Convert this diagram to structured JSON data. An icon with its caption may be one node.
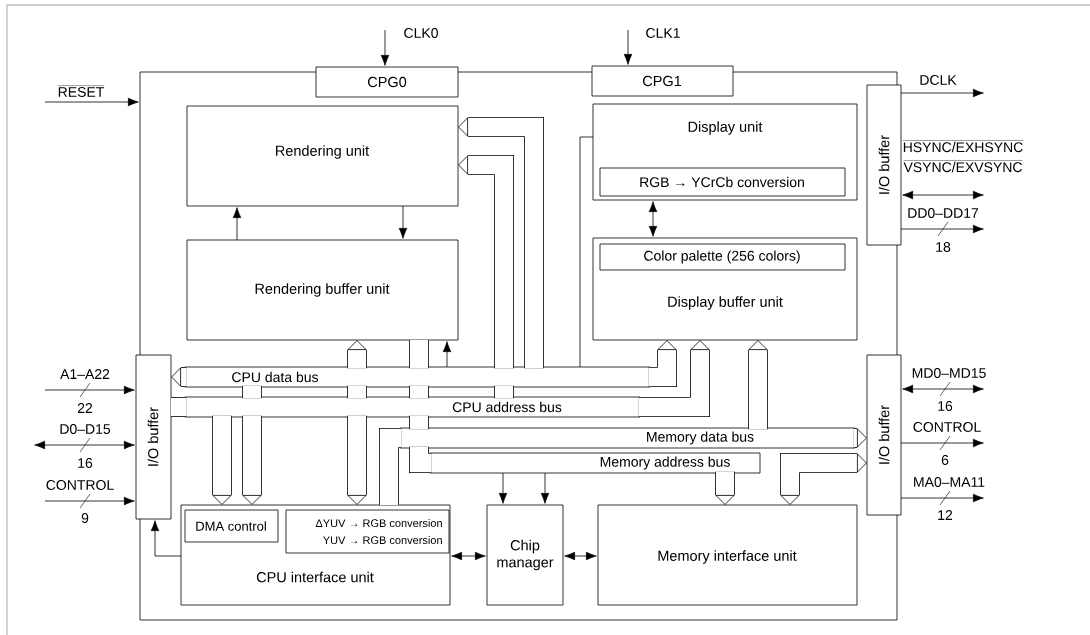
{
  "diagram": {
    "nodes": [
      {
        "text": [],
        "shape": "box"
      },
      {
        "text": [
          "CPG0"
        ]
      },
      {
        "text": [
          "CPG1"
        ]
      },
      {
        "text": [
          "Rendering unit"
        ],
        "in": 0
      },
      {
        "text": [
          "Display unit"
        ],
        "in": 0
      },
      {
        "text": [
          "RGB → YCrCb conversion"
        ],
        "in": 4
      },
      {
        "text": [
          "Rendering buffer unit"
        ],
        "in": 0
      },
      {
        "text": [
          "Display buffer unit"
        ],
        "in": 0
      },
      {
        "text": [
          "Color palette (256 colors)"
        ],
        "in": 7
      },
      {
        "text": [
          "I/O buffer"
        ]
      },
      {
        "text": [
          "I/O buffer"
        ]
      },
      {
        "text": [
          "CPU data bus"
        ],
        "in": 0
      },
      {
        "text": [
          "CPU address bus"
        ],
        "in": 0
      },
      {
        "text": [
          "Memory data bus"
        ],
        "in": 0
      },
      {
        "text": [
          "Memory address bus"
        ],
        "in": 0
      },
      {
        "text": [
          "I/O buffer"
        ]
      },
      {
        "text": [
          "CPU interface unit"
        ],
        "in": 0
      },
      {
        "text": [
          "DMA control"
        ],
        "in": 16
      },
      {
        "text": [
          "ΔYUV → RGB conversion",
          "YUV → RGB conversion"
        ],
        "in": 16
      },
      {
        "text": [
          "Chip manager"
        ],
        "in": 0
      },
      {
        "text": [
          "Memory interface unit"
        ],
        "in": 0
      }
    ],
    "edges": [
      {
        "from": null,
        "to": 1,
        "arrow": "to",
        "label": "CLK0"
      },
      {
        "from": null,
        "to": 2,
        "arrow": "to",
        "label": "CLK1"
      },
      {
        "from": null,
        "to": 0,
        "arrow": "to",
        "label": "RESET"
      },
      {
        "from": 9,
        "to": null,
        "arrow": "to",
        "label": "DCLK"
      },
      {
        "from": 9,
        "to": null,
        "arrow": "both"
      },
      {
        "from": 9,
        "to": null,
        "arrow": "to",
        "label": "DD0–DD17"
      },
      {
        "from": null,
        "to": 10,
        "arrow": "to",
        "label": "A1–A22"
      },
      {
        "from": null,
        "to": 10,
        "arrow": "both",
        "label": "D0–D15"
      },
      {
        "from": null,
        "to": 10,
        "arrow": "to",
        "label": "CONTROL"
      },
      {
        "from": 15,
        "to": null,
        "arrow": "both",
        "label": "MD0–MD15"
      },
      {
        "from": 15,
        "to": null,
        "arrow": "to",
        "label": "CONTROL"
      },
      {
        "from": 15,
        "to": null,
        "arrow": "to",
        "label": "MA0–MA11"
      },
      {
        "from": 6,
        "to": 3,
        "arrow": "to"
      },
      {
        "from": 3,
        "to": 6,
        "arrow": "to"
      },
      {
        "from": 4,
        "to": 7,
        "arrow": "both"
      },
      {
        "from": 11,
        "to": 3,
        "arrow": "to",
        "style": "thick"
      },
      {
        "from": 11,
        "to": 3,
        "arrow": "to",
        "style": "thick"
      },
      {
        "from": 11,
        "to": 10,
        "arrow": "to",
        "style": "thick"
      },
      {
        "from": 10,
        "to": 12,
        "arrow": "none",
        "style": "thick"
      },
      {
        "from": 11,
        "to": 6,
        "arrow": "to",
        "style": "thick"
      },
      {
        "from": 12,
        "to": 16,
        "arrow": "to",
        "style": "thick"
      },
      {
        "from": 12,
        "to": 16,
        "arrow": "to",
        "style": "thick"
      },
      {
        "from": 11,
        "to": 6,
        "arrow": "to"
      },
      {
        "from": 4,
        "to": 11,
        "arrow": "none"
      },
      {
        "from": 11,
        "to": 7,
        "arrow": "to",
        "style": "thick"
      },
      {
        "from": 12,
        "to": 7,
        "arrow": "to",
        "style": "thick"
      },
      {
        "from": 13,
        "to": 7,
        "arrow": "to",
        "style": "thick"
      },
      {
        "from": 13,
        "to": 15,
        "arrow": "to",
        "style": "thick"
      },
      {
        "from": 13,
        "to": 16,
        "arrow": "none",
        "style": "thick"
      },
      {
        "from": 6,
        "to": 11,
        "arrow": "none",
        "style": "thick"
      },
      {
        "from": 14,
        "to": 20,
        "arrow": "to",
        "style": "thick"
      },
      {
        "from": 20,
        "to": 15,
        "arrow": "both",
        "style": "thick"
      },
      {
        "from": 16,
        "to": 10,
        "arrow": "to"
      },
      {
        "from": 16,
        "to": 19,
        "arrow": "both"
      },
      {
        "from": 19,
        "to": 20,
        "arrow": "both"
      },
      {
        "from": 14,
        "to": 19,
        "arrow": "to"
      },
      {
        "from": 14,
        "to": 19,
        "arrow": "to"
      },
      {
        "from": 11,
        "to": 12,
        "arrow": "none",
        "style": "thick"
      },
      {
        "from": 11,
        "to": 12,
        "arrow": "none",
        "style": "thick"
      },
      {
        "from": 12,
        "to": 16,
        "arrow": "to",
        "style": "thick"
      },
      {
        "from": 11,
        "to": 12,
        "arrow": "none",
        "style": "thick"
      },
      {
        "from": 11,
        "to": 12,
        "arrow": "none",
        "style": "thick"
      },
      {
        "from": 12,
        "to": 13,
        "arrow": "none",
        "style": "thick"
      },
      {
        "from": 13,
        "to": 14,
        "arrow": "none",
        "style": "thick"
      }
    ],
    "labels": [
      "HSYNC/EXHSYNC",
      "VSYNC/EXVSYNC",
      "18",
      "22",
      "16",
      "16",
      "6",
      "9",
      "12"
    ]
  }
}
